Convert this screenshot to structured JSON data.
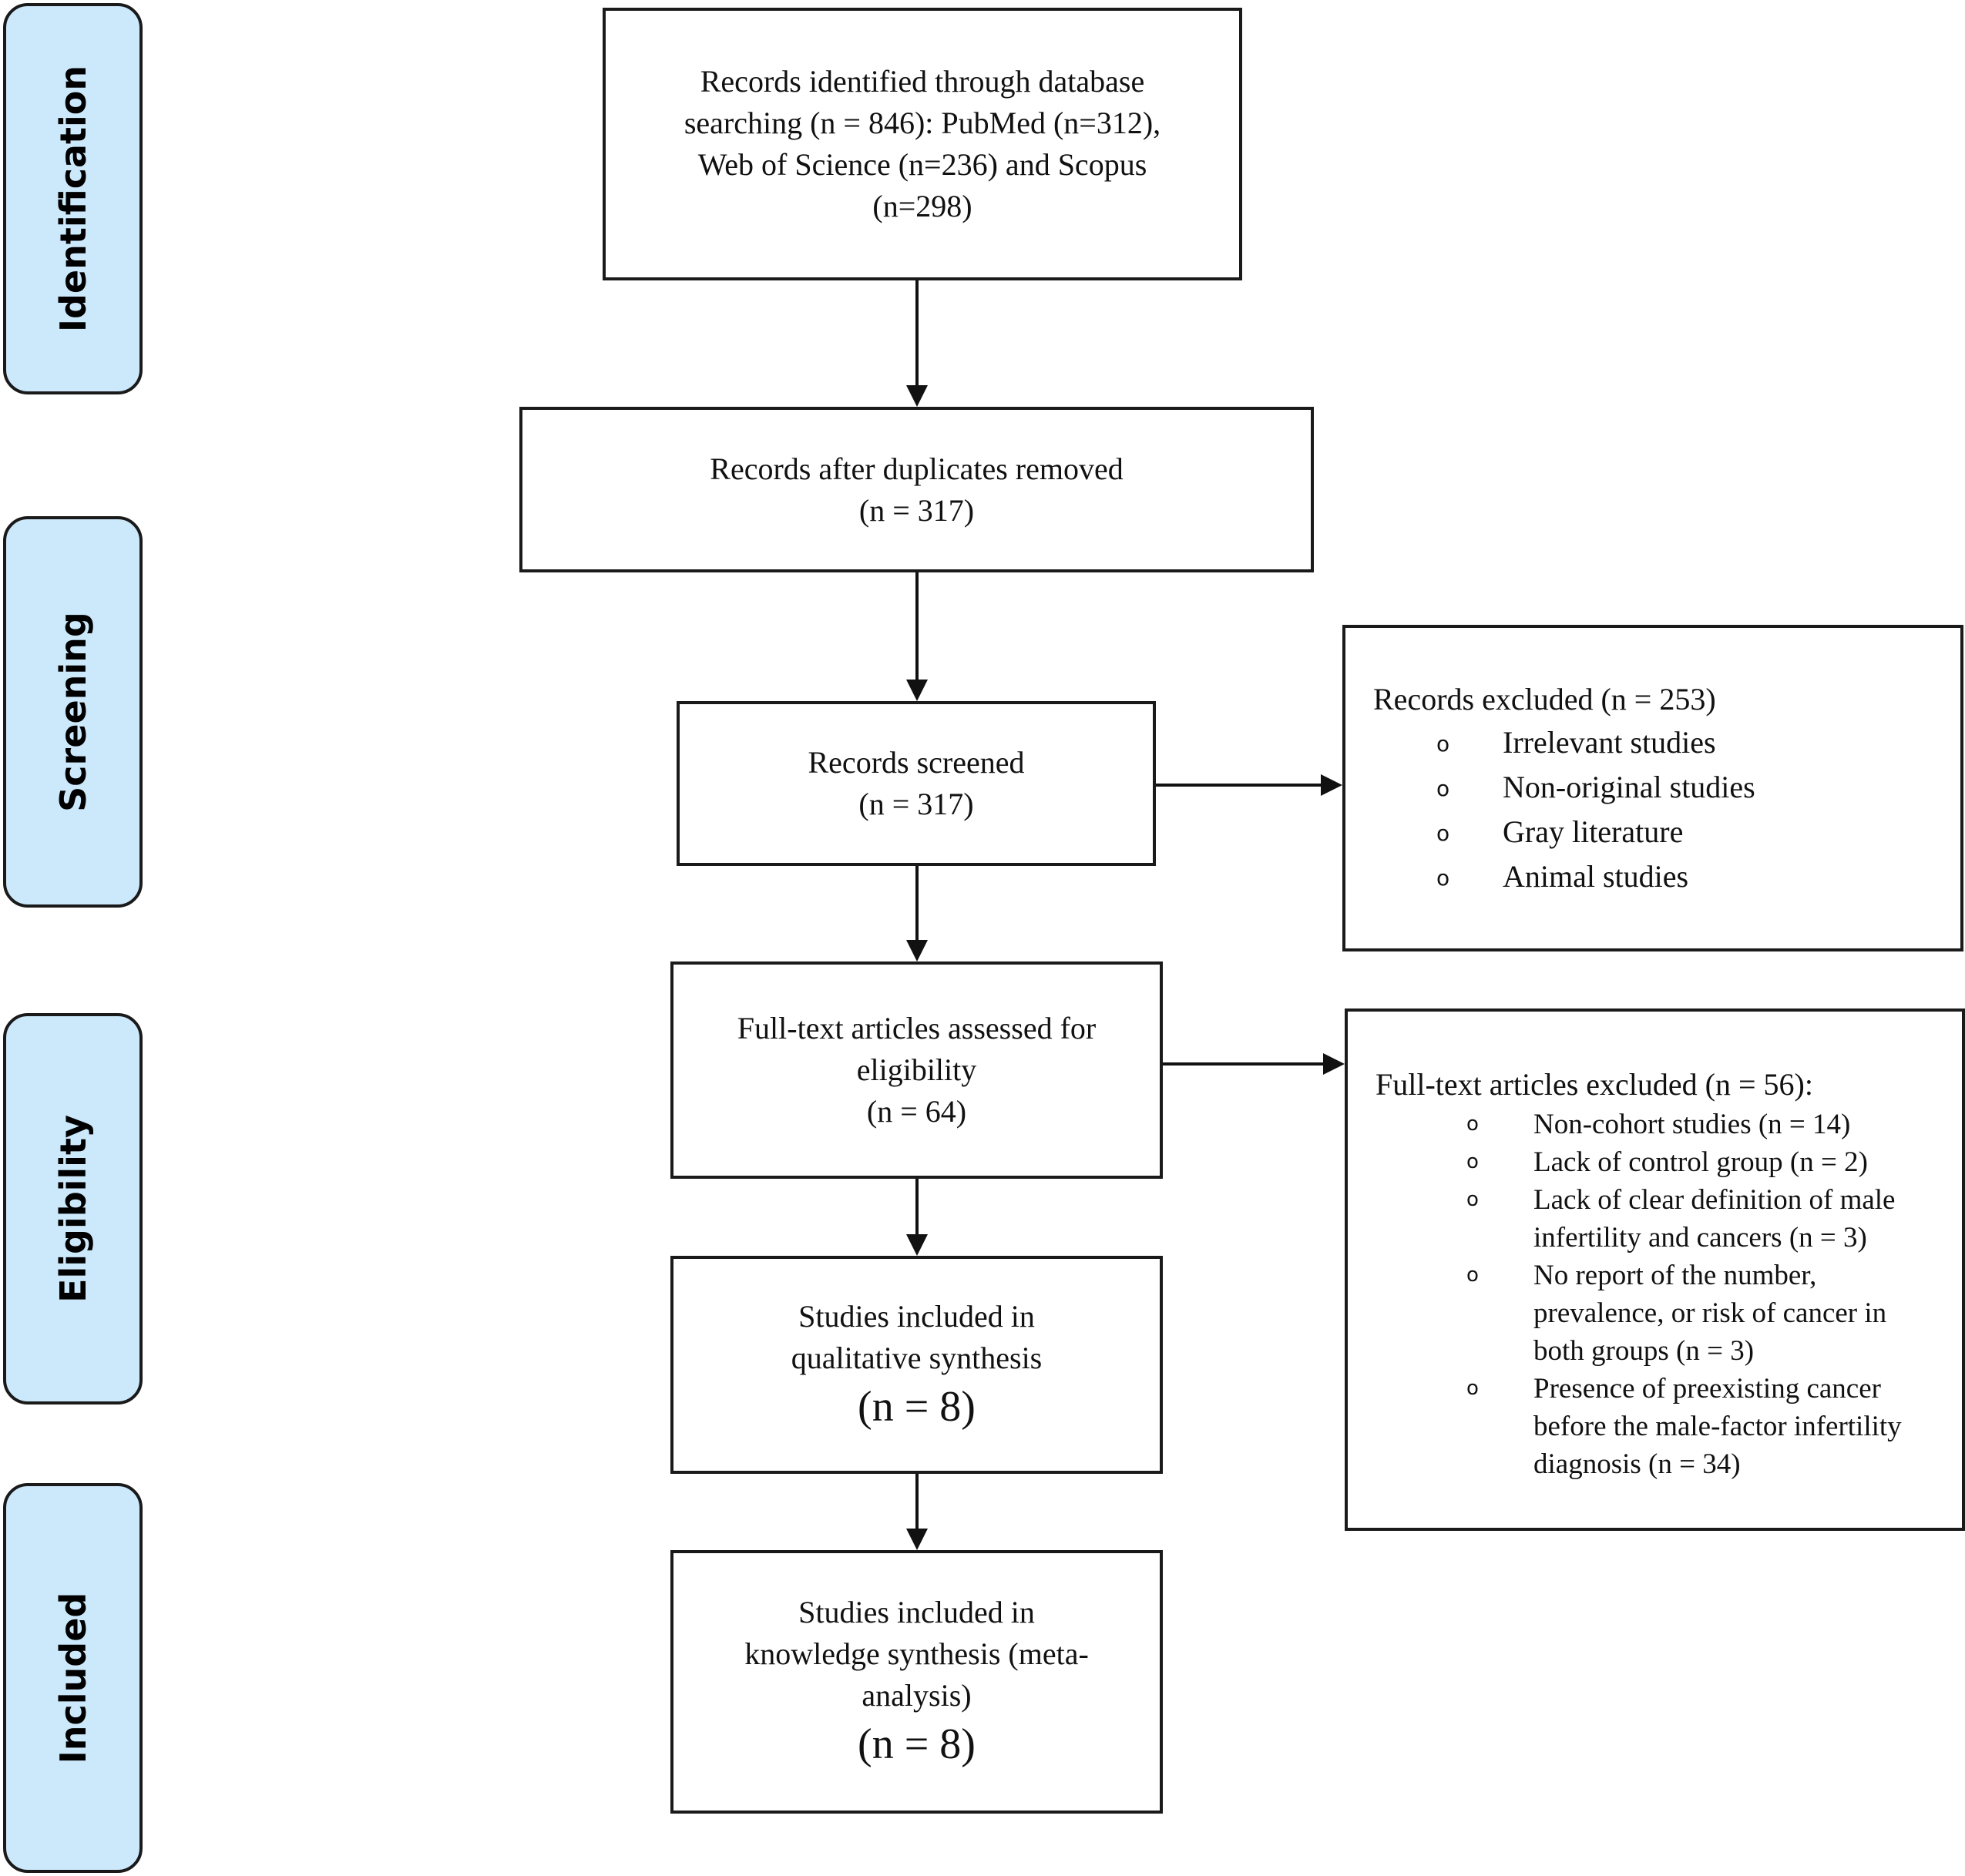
{
  "phases": {
    "identification": "Identification",
    "screening": "Screening",
    "eligibility": "Eligibility",
    "included": "Included"
  },
  "boxes": {
    "identified": {
      "lines": [
        "Records identified through database",
        "searching (n = 846): PubMed (n=312),",
        "Web of Science (n=236) and Scopus",
        "(n=298)"
      ]
    },
    "duplicates_removed": {
      "lines": [
        "Records after duplicates removed",
        "(n = 317)"
      ]
    },
    "screened": {
      "lines": [
        "Records screened",
        "(n = 317)"
      ]
    },
    "fulltext_assessed": {
      "lines": [
        "Full-text articles assessed for",
        "eligibility",
        "(n = 64)"
      ]
    },
    "qualitative": {
      "lines": [
        "Studies included in",
        "qualitative synthesis"
      ],
      "count": "(n = 8)"
    },
    "meta_analysis": {
      "lines": [
        "Studies included in",
        "knowledge synthesis (meta-",
        "analysis)"
      ],
      "count": "(n = 8)"
    }
  },
  "records_excluded": {
    "title": "Records excluded (n = 253)",
    "bullet": "o",
    "items": [
      "Irrelevant studies",
      "Non-original studies",
      "Gray literature",
      "Animal studies"
    ]
  },
  "fulltext_excluded": {
    "title": "Full-text articles excluded (n = 56):",
    "bullet": "o",
    "items": [
      [
        "Non-cohort studies (n = 14)"
      ],
      [
        "Lack of control group (n = 2)"
      ],
      [
        "Lack of clear definition of male",
        "infertility and cancers (n = 3)"
      ],
      [
        "No report of the number,",
        "prevalence, or risk of cancer in",
        "both groups (n = 3)"
      ],
      [
        "Presence of preexisting cancer",
        "before the male-factor infertility",
        "diagnosis (n = 34)"
      ]
    ]
  }
}
